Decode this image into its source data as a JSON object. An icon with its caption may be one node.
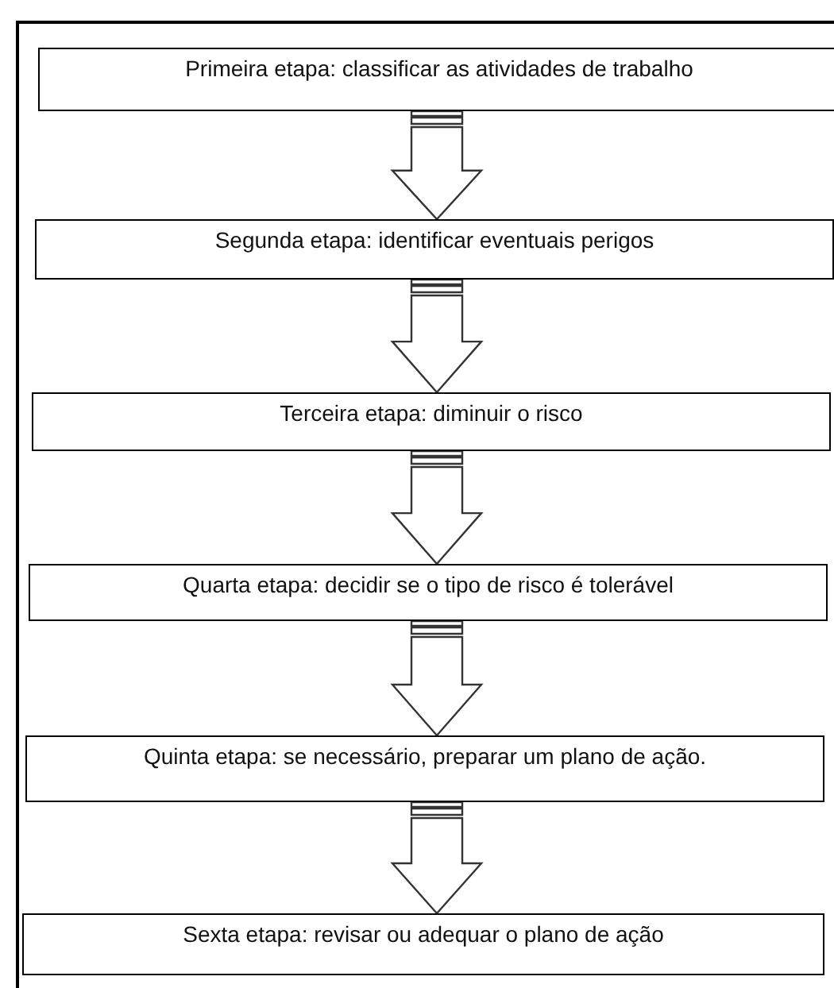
{
  "diagram": {
    "nodes": [
      {
        "text": [
          "Primeira etapa: classificar as atividades de trabalho"
        ]
      },
      {
        "text": [
          "Segunda etapa: identificar eventuais perigos"
        ]
      },
      {
        "text": [
          "Terceira etapa: diminuir o risco"
        ]
      },
      {
        "text": [
          "Quarta etapa: decidir se o tipo de risco é tolerável"
        ]
      },
      {
        "text": [
          "Quinta etapa: se necessário, preparar um plano de ação."
        ]
      },
      {
        "text": [
          "Sexta etapa: revisar ou adequar o plano de ação"
        ]
      }
    ],
    "edges": [
      {
        "from": 0,
        "to": 1,
        "arrow": "to"
      },
      {
        "from": 1,
        "to": 2,
        "arrow": "to"
      },
      {
        "from": 2,
        "to": 3,
        "arrow": "to"
      },
      {
        "from": 3,
        "to": 4,
        "arrow": "to"
      },
      {
        "from": 4,
        "to": 5,
        "arrow": "to"
      }
    ]
  }
}
